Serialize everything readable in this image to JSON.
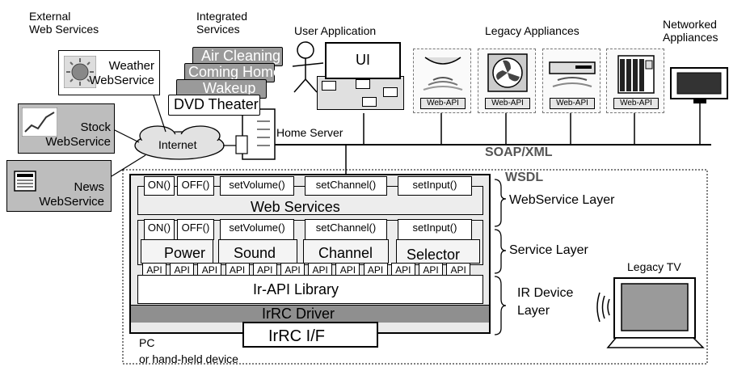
{
  "labels": {
    "external_ws": "External\nWeb Services",
    "integrated_services": "Integrated\nServices",
    "user_application": "User Application",
    "legacy_appliances": "Legacy Appliances",
    "networked_appliances": "Networked\nAppliances",
    "home_server": "Home Server",
    "internet": "Internet",
    "soap_xml": "SOAP/XML",
    "wsdl": "WSDL",
    "ui": "UI",
    "pc_device": "PC\nor hand-held device",
    "legacy_tv": "Legacy TV"
  },
  "external_services": [
    {
      "name": "Weather\nWebService",
      "icon": "sun-icon"
    },
    {
      "name": "Stock\nWebService",
      "icon": "chart-icon"
    },
    {
      "name": "News\nWebService",
      "icon": "newspaper-icon"
    }
  ],
  "integrated_services": [
    "Air Cleaning",
    "Coming Home",
    "Wakeup",
    "DVD Theater"
  ],
  "legacy_appliances": [
    {
      "icon": "ceiling-light-icon",
      "api": "Web-API"
    },
    {
      "icon": "fan-icon",
      "api": "Web-API"
    },
    {
      "icon": "video-player-icon",
      "api": "Web-API"
    },
    {
      "icon": "heater-icon",
      "api": "Web-API"
    }
  ],
  "layers": {
    "webservice_layer": "WebService Layer",
    "service_layer": "Service Layer",
    "ir_device_layer": "IR Device\nLayer"
  },
  "webservice_methods": [
    "ON()",
    "OFF()",
    "setVolume()",
    "setChannel()",
    "setInput()"
  ],
  "service_methods": [
    "ON()",
    "OFF()",
    "setVolume()",
    "setChannel()",
    "setInput()"
  ],
  "web_services_title": "Web Services",
  "services": [
    "Power",
    "Sound",
    "Channel",
    "Selector"
  ],
  "api_label": "API",
  "api_count": 12,
  "ir_library": "Ir-API Library",
  "irrc_driver": "IrRC Driver",
  "irrc_if": "IrRC I/F"
}
